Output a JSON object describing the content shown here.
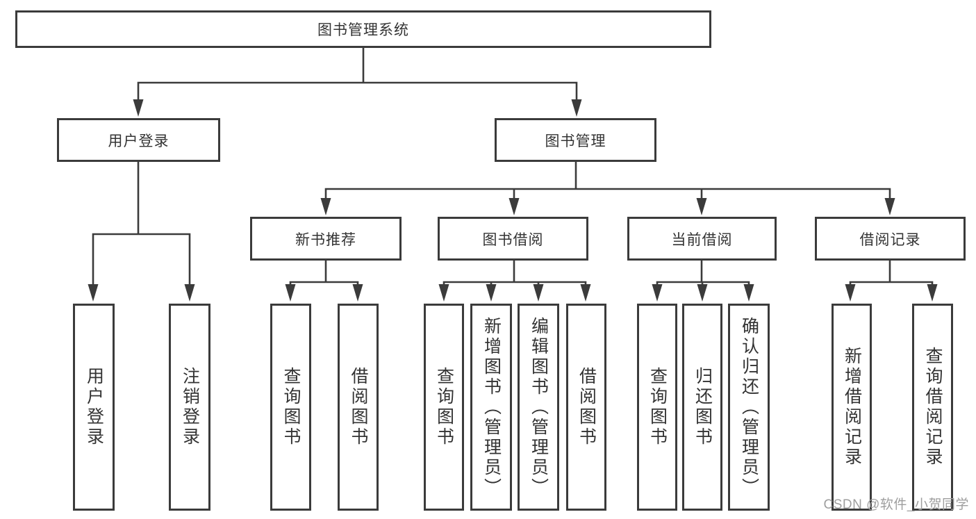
{
  "tree": {
    "label": "图书管理系统",
    "children": [
      {
        "label": "用户登录",
        "children": [
          {
            "label": "用户登录"
          },
          {
            "label": "注销登录"
          }
        ]
      },
      {
        "label": "图书管理",
        "children": [
          {
            "label": "新书推荐",
            "children": [
              {
                "label": "查询图书"
              },
              {
                "label": "借阅图书"
              }
            ]
          },
          {
            "label": "图书借阅",
            "children": [
              {
                "label": "查询图书"
              },
              {
                "label": "新增图书（管理员）"
              },
              {
                "label": "编辑图书（管理员）"
              },
              {
                "label": "借阅图书"
              }
            ]
          },
          {
            "label": "当前借阅",
            "children": [
              {
                "label": "查询图书"
              },
              {
                "label": "归还图书"
              },
              {
                "label": "确认归还（管理员）"
              }
            ]
          },
          {
            "label": "借阅记录",
            "children": [
              {
                "label": "新增借阅记录"
              },
              {
                "label": "查询借阅记录"
              }
            ]
          }
        ]
      }
    ]
  },
  "watermark": {
    "text": "CSDN @软件_小贺同学"
  },
  "colors": {
    "line": "#3b3b3b",
    "box_border": "#3b3b3b",
    "text": "#333333",
    "watermark": "#9e9e9e",
    "background": "#ffffff"
  }
}
